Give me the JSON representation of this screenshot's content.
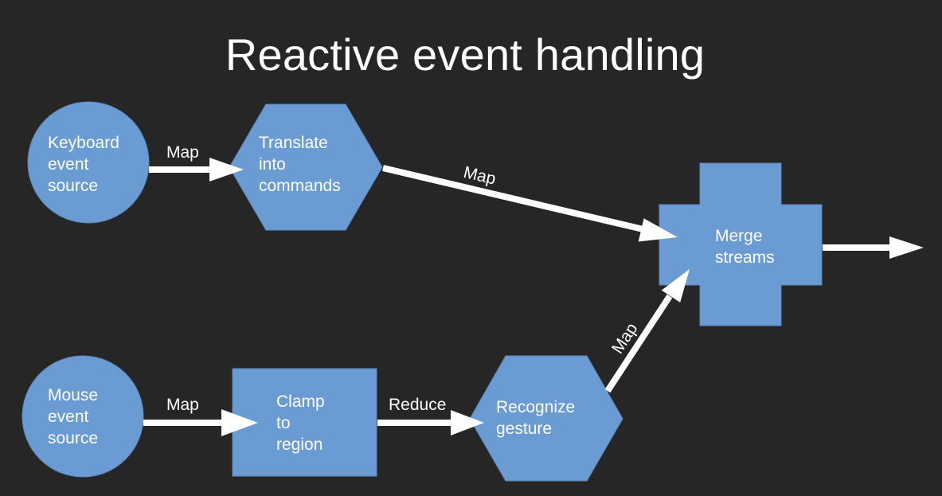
{
  "title": "Reactive event handling",
  "colors": {
    "background": "#262626",
    "node_fill": "#6a9bd3",
    "arrow": "#ffffff",
    "text": "#ffffff"
  },
  "nodes": {
    "keyboard_source": {
      "shape": "circle",
      "lines": [
        "Keyboard",
        "event",
        "source"
      ]
    },
    "translate": {
      "shape": "hexagon",
      "lines": [
        "Translate",
        "into",
        "commands"
      ]
    },
    "merge": {
      "shape": "cross",
      "lines": [
        "Merge",
        "streams"
      ]
    },
    "mouse_source": {
      "shape": "circle",
      "lines": [
        "Mouse",
        "event",
        "source"
      ]
    },
    "clamp": {
      "shape": "rectangle",
      "lines": [
        "Clamp",
        "to",
        "region"
      ]
    },
    "recognize": {
      "shape": "hexagon",
      "lines": [
        "Recognize",
        "gesture"
      ]
    }
  },
  "edges": {
    "keyboard_to_translate": {
      "from": "Keyboard event source",
      "to": "Translate into commands",
      "label": "Map"
    },
    "translate_to_merge": {
      "from": "Translate into commands",
      "to": "Merge streams",
      "label": "Map"
    },
    "mouse_to_clamp": {
      "from": "Mouse event source",
      "to": "Clamp to region",
      "label": "Map"
    },
    "clamp_to_recognize": {
      "from": "Clamp to region",
      "to": "Recognize gesture",
      "label": "Reduce"
    },
    "recognize_to_merge": {
      "from": "Recognize gesture",
      "to": "Merge streams",
      "label": "Map"
    },
    "merge_output": {
      "from": "Merge streams",
      "to": "",
      "label": ""
    }
  }
}
